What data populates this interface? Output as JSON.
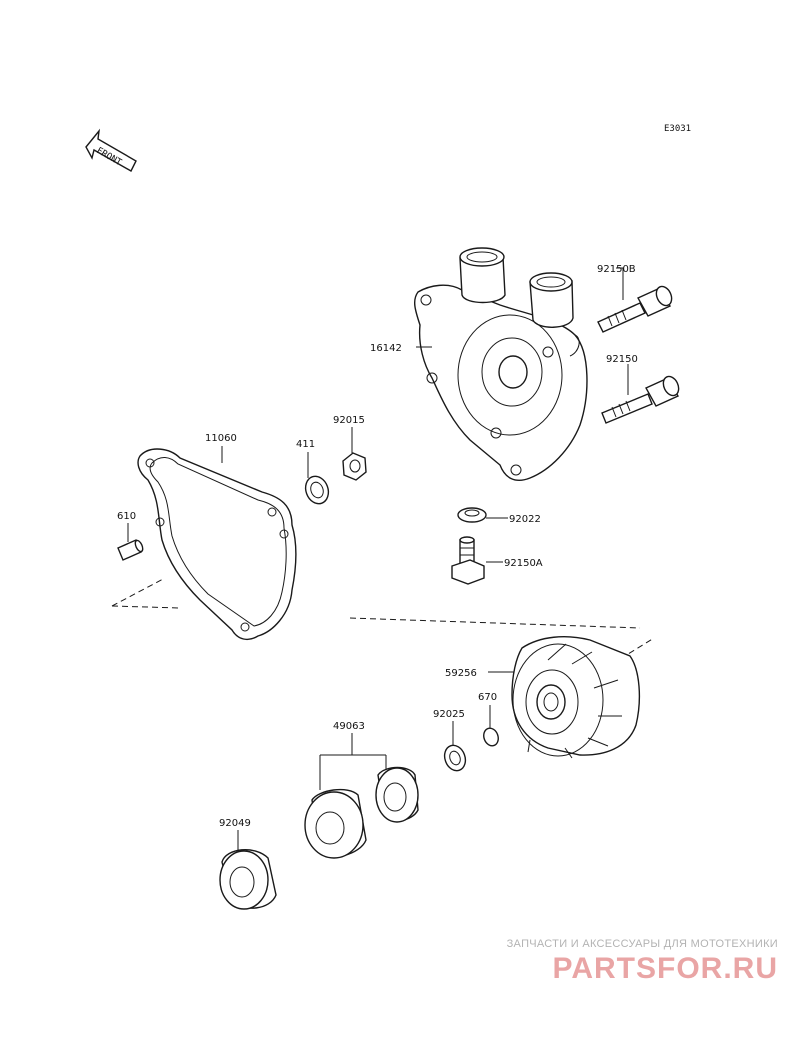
{
  "diagram_code": "E3031",
  "front_label": "FRONT",
  "parts": [
    {
      "number": "16142"
    },
    {
      "number": "92150B"
    },
    {
      "number": "92150"
    },
    {
      "number": "11060"
    },
    {
      "number": "411"
    },
    {
      "number": "92015"
    },
    {
      "number": "610"
    },
    {
      "number": "92022"
    },
    {
      "number": "92150A"
    },
    {
      "number": "59256"
    },
    {
      "number": "670"
    },
    {
      "number": "92025"
    },
    {
      "number": "49063"
    },
    {
      "number": "92049"
    }
  ],
  "watermark": {
    "tagline": "ЗАПЧАСТИ И АКСЕССУАРЫ ДЛЯ МОТОТЕХНИКИ",
    "logo": "PARTSFOR.RU"
  },
  "colors": {
    "line": "#1a1a1a",
    "watermark_logo": "#e9a5a5",
    "watermark_text": "#b3b3b3"
  }
}
